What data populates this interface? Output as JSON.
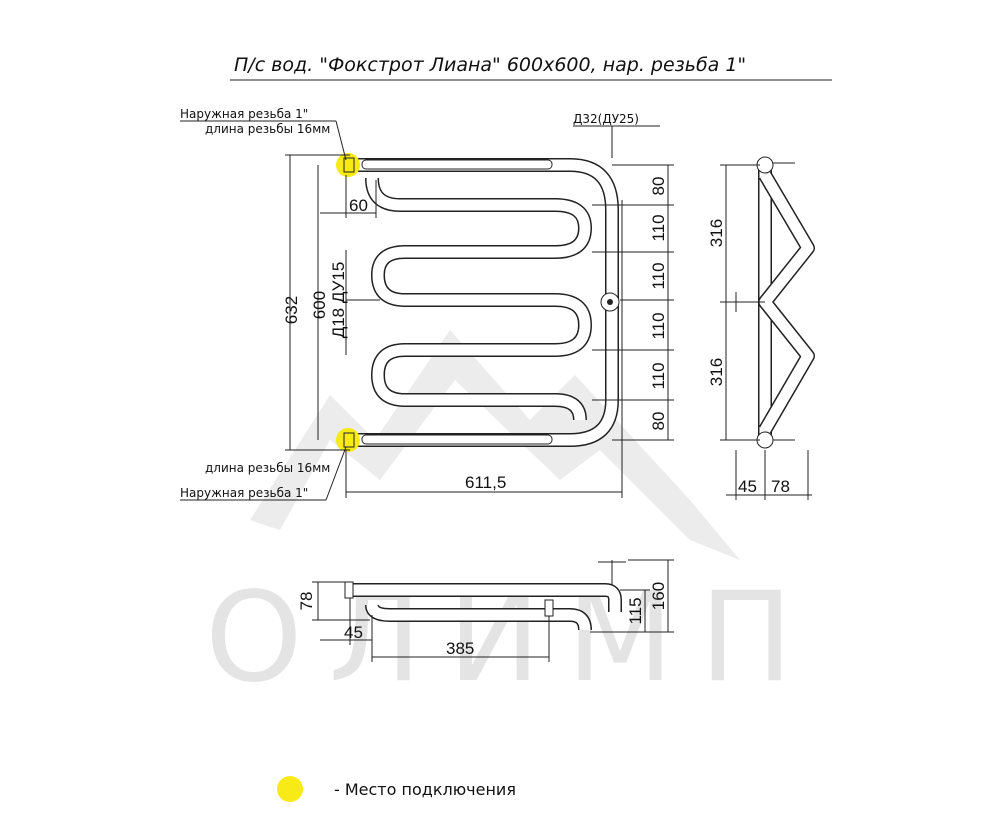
{
  "title": "П/с вод. \"Фокстрот Лиана\" 600x600, нар. резьба 1\"",
  "watermark": {
    "text": "ОЛИМП",
    "color": "#e4e4e4"
  },
  "callouts": {
    "top_thread": "Наружная резьба 1\"",
    "top_length": "длина резьбы 16мм",
    "bottom_length": "длина резьбы 16мм",
    "bottom_thread": "Наружная резьба 1\""
  },
  "pipe_labels": {
    "main": "Д32(ДУ25)",
    "coil": "Д18 ДУ15"
  },
  "front_view": {
    "overall_height": "632",
    "center_distance": "600",
    "thread_offset": "60",
    "width": "611,5",
    "spacings": [
      "80",
      "110",
      "110",
      "110",
      "110",
      "80"
    ]
  },
  "side_view": {
    "upper_half": "316",
    "lower_half": "316",
    "depth_a": "45",
    "depth_b": "78"
  },
  "top_view": {
    "height_small": "78",
    "offset": "45",
    "length": "385",
    "height_mid": "115",
    "height_total": "160"
  },
  "legend": {
    "marker_color": "#f7ea16",
    "label": "- Место подключения"
  }
}
